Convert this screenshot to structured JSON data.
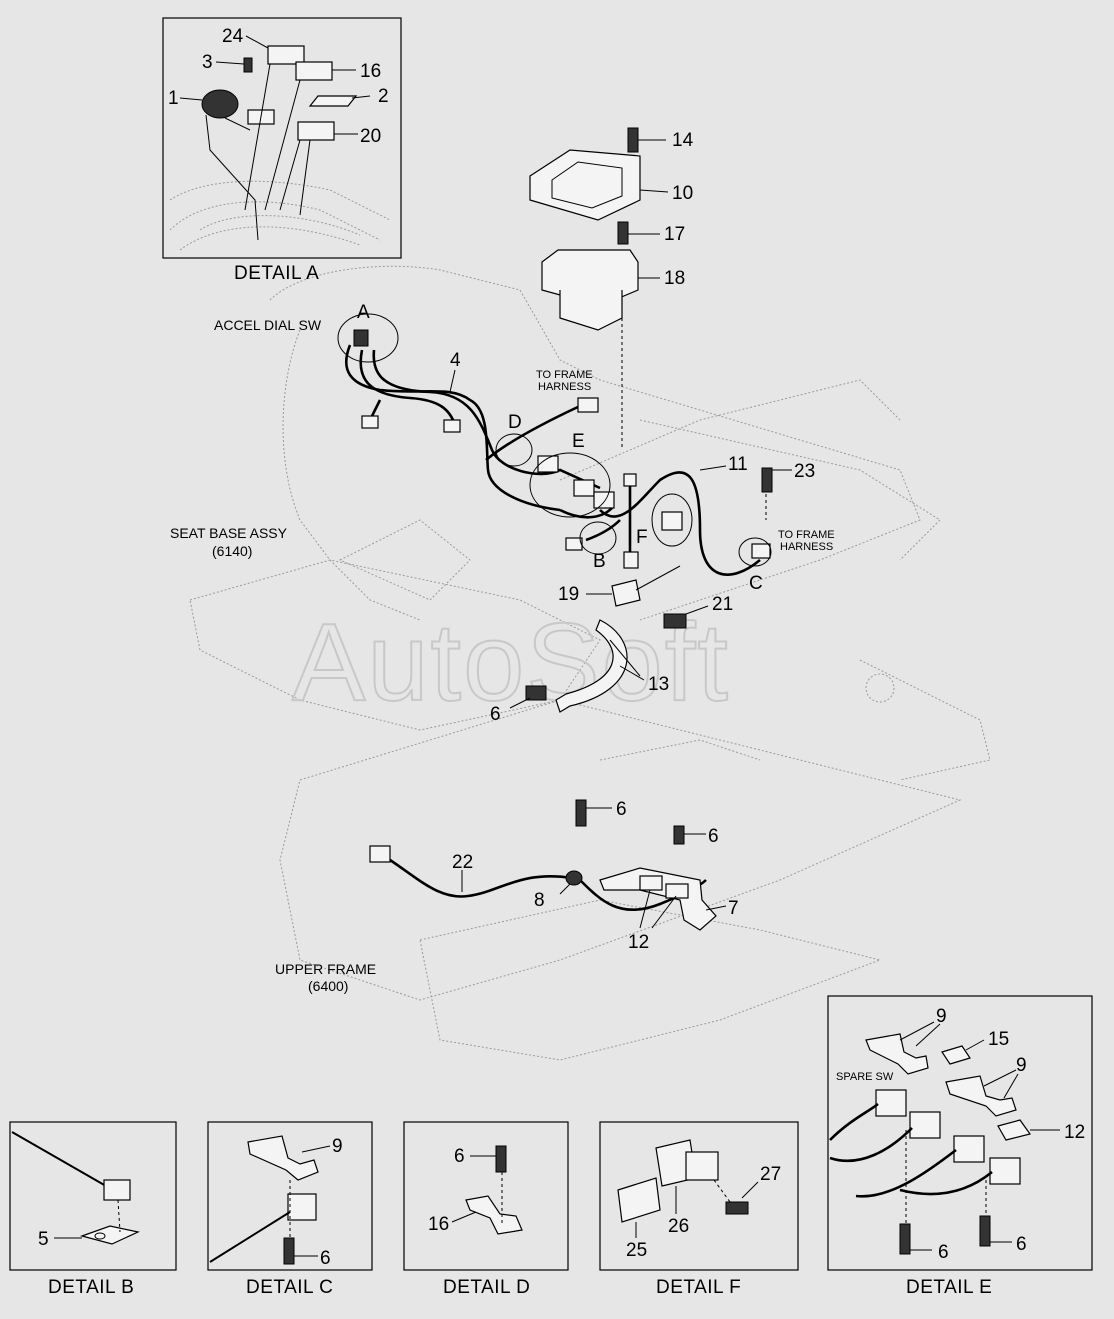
{
  "watermark": "AutoSoft",
  "labels": {
    "accel_dial_sw": "ACCEL DIAL SW",
    "to_frame_harness_1": [
      "TO FRAME",
      "HARNESS"
    ],
    "to_frame_harness_2": [
      "TO FRAME",
      "HARNESS"
    ],
    "seat_base_assy": [
      "SEAT BASE ASSY",
      "(6140)"
    ],
    "upper_frame": [
      "UPPER FRAME",
      "(6400)"
    ],
    "spare_sw": "SPARE SW"
  },
  "detail_letters": {
    "A": "A",
    "B": "B",
    "C": "C",
    "D": "D",
    "E": "E",
    "F": "F"
  },
  "details": {
    "A": "DETAIL  A",
    "B": "DETAIL  B",
    "C": "DETAIL  C",
    "D": "DETAIL  D",
    "E": "DETAIL  E",
    "F": "DETAIL F"
  },
  "callouts": {
    "a_24": "24",
    "a_3": "3",
    "a_16": "16",
    "a_1": "1",
    "a_2": "2",
    "a_20": "20",
    "m_14": "14",
    "m_10": "10",
    "m_17": "17",
    "m_18": "18",
    "m_4": "4",
    "m_11": "11",
    "m_23": "23",
    "m_19": "19",
    "m_21": "21",
    "m_13": "13",
    "m_6a": "6",
    "m_6b": "6",
    "m_6c": "6",
    "m_22": "22",
    "m_8": "8",
    "m_7": "7",
    "m_12": "12",
    "b_5": "5",
    "c_9": "9",
    "c_6": "6",
    "d_6": "6",
    "d_16": "16",
    "f_27": "27",
    "f_26": "26",
    "f_25": "25",
    "e_9a": "9",
    "e_15": "15",
    "e_9b": "9",
    "e_12": "12",
    "e_6a": "6",
    "e_6b": "6"
  }
}
